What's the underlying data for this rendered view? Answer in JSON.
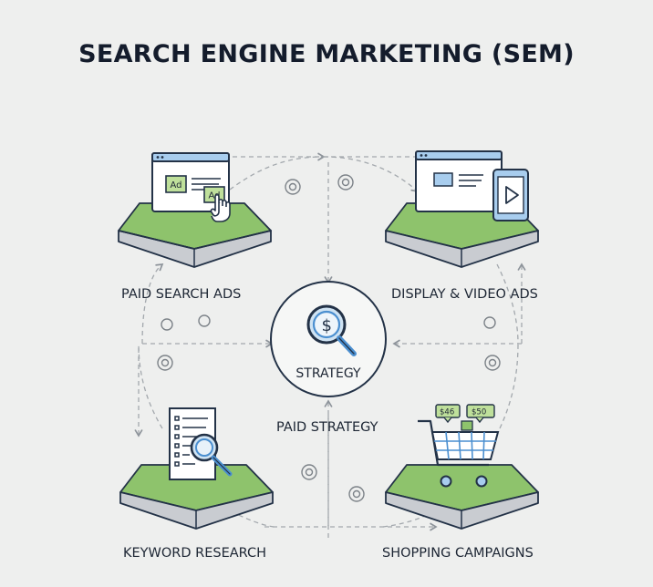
{
  "title": "SEARCH ENGINE MARKETING (SEM)",
  "center": {
    "label": "STRATEGY",
    "caption": "PAID STRATEGY",
    "icon": "dollar-magnifier-icon"
  },
  "nodes": {
    "paid_search": {
      "label": "PAID SEARCH ADS",
      "icon": "browser-ad-click-icon",
      "ad_tag_1": "Ad",
      "ad_tag_2": "Ad"
    },
    "display_video": {
      "label": "DISPLAY & VIDEO ADS",
      "icon": "browser-tablet-video-icon"
    },
    "keyword_research": {
      "label": "KEYWORD RESEARCH",
      "icon": "document-magnifier-icon"
    },
    "shopping": {
      "label": "SHOPPING CAMPAIGNS",
      "icon": "shopping-cart-icon",
      "price_tag_1": "$46",
      "price_tag_2": "$50"
    }
  },
  "colors": {
    "background": "#eeefee",
    "accent_green": "#8dc26a",
    "accent_blue": "#9ec7ea",
    "outline": "#233247",
    "dashed_line": "#9aa0a6"
  }
}
